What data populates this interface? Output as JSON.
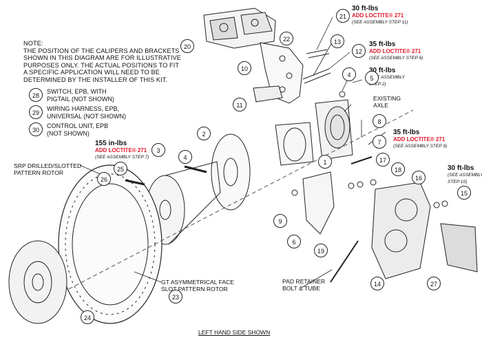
{
  "note": {
    "lines": [
      "NOTE:",
      "THE POSITION OF THE CALIPERS AND BRACKETS",
      "SHOWN IN THIS DIAGRAM ARE FOR ILLUSTRATIVE",
      "PURPOSES ONLY. THE ACTUAL POSITIONS TO FIT",
      "A SPECIFIC APPLICATION WILL NEED TO BE",
      "DETERMINED BY THE INSTALLER OF THIS KIT."
    ]
  },
  "legend": [
    {
      "num": "28",
      "line1": "SWITCH, EPB, WITH",
      "line2": "PIGTAIL (NOT SHOWN)"
    },
    {
      "num": "29",
      "line1": "WIRING HARNESS, EPB,",
      "line2": "UNIVERSAL (NOT SHOWN)"
    },
    {
      "num": "30",
      "line1": "CONTROL UNIT, EPB",
      "line2": "(NOT SHOWN)"
    }
  ],
  "torques": [
    {
      "value": "30 ft-lbs",
      "loctite": "ADD LOCTITE® 271",
      "step": "(SEE ASSEMBLY STEP 11)"
    },
    {
      "value": "35 ft-lbs",
      "loctite": "ADD LOCTITE® 271",
      "step": "(SEE ASSEMBLY STEP 6)"
    },
    {
      "value": "30 ft-lbs",
      "loctite": "",
      "step": "(SEE ASSEMBLY",
      "step2": "STEP 2)"
    },
    {
      "value": "35 ft-lbs",
      "loctite": "ADD LOCTITE® 271",
      "step": "(SEE ASSEMBLY STEP 9)"
    },
    {
      "value": "155 in-lbs",
      "loctite": "ADD LOCTITE® 271",
      "step": "(SEE ASSEMBLY STEP 7)"
    },
    {
      "value": "30 ft-lbs",
      "loctite": "",
      "step": "(SEE ASSEMBLY",
      "step2": "STEP 10)"
    }
  ],
  "labels": {
    "existing_axle": [
      "EXISTING",
      "AXLE"
    ],
    "srp_rotor": [
      "SRP DRILLED/SLOTTED",
      "PATTERN ROTOR"
    ],
    "gt_rotor": [
      "GT ASYMMETRICAL FACE",
      "SLOT PATTERN ROTOR"
    ],
    "pad_retainer": [
      "PAD RETAINER",
      "BOLT & TUBE"
    ]
  },
  "callouts": [
    "1",
    "2",
    "3",
    "4",
    "4",
    "5",
    "6",
    "7",
    "8",
    "9",
    "10",
    "11",
    "12",
    "13",
    "14",
    "15",
    "16",
    "17",
    "18",
    "19",
    "20",
    "21",
    "22",
    "23",
    "24",
    "25",
    "26",
    "27"
  ],
  "caption": "LEFT HAND SIDE SHOWN",
  "colors": {
    "accent_red": "#e1192d",
    "line": "#222222"
  }
}
